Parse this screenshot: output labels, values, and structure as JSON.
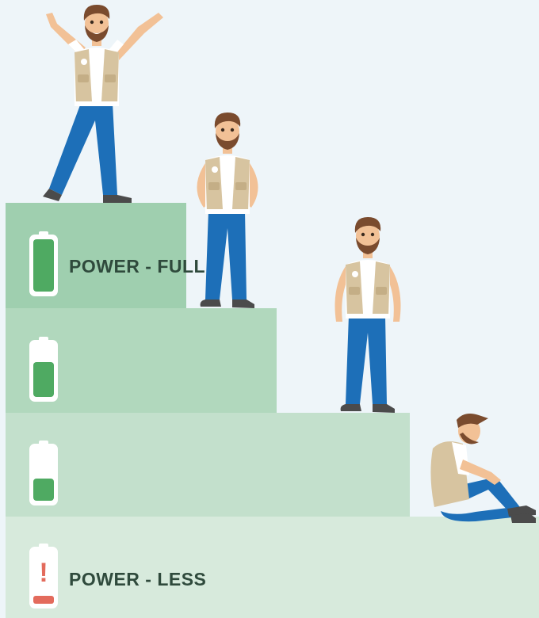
{
  "labels": {
    "full": "POWER - FULL",
    "less": "POWER - LESS",
    "low_battery_mark": "!"
  },
  "battery_levels": [
    {
      "step": 1,
      "fill": 1.0
    },
    {
      "step": 2,
      "fill": 0.66
    },
    {
      "step": 3,
      "fill": 0.4
    },
    {
      "step": 4,
      "fill": 0.15
    }
  ],
  "colors": {
    "background": "#eef5f9",
    "step1": "#9fcfaf",
    "step2": "#b1d8bd",
    "step3": "#c3e0cc",
    "step4": "#d7eadc",
    "battery_fill": "#4faa62",
    "battery_low": "#e36b5c",
    "label_text": "#2f4a3c",
    "vest": "#d7c4a0",
    "jeans": "#1d6fb8",
    "hair": "#7a4b2e",
    "skin": "#f2c196"
  },
  "characters": [
    {
      "pose": "cheering",
      "emotion": "happy"
    },
    {
      "pose": "standing-hands-on-hips",
      "emotion": "neutral"
    },
    {
      "pose": "standing-arms-down",
      "emotion": "sad"
    },
    {
      "pose": "sitting-head-down",
      "emotion": "exhausted"
    }
  ],
  "icons": [
    "battery-full-icon",
    "battery-high-icon",
    "battery-medium-icon",
    "battery-empty-icon"
  ]
}
